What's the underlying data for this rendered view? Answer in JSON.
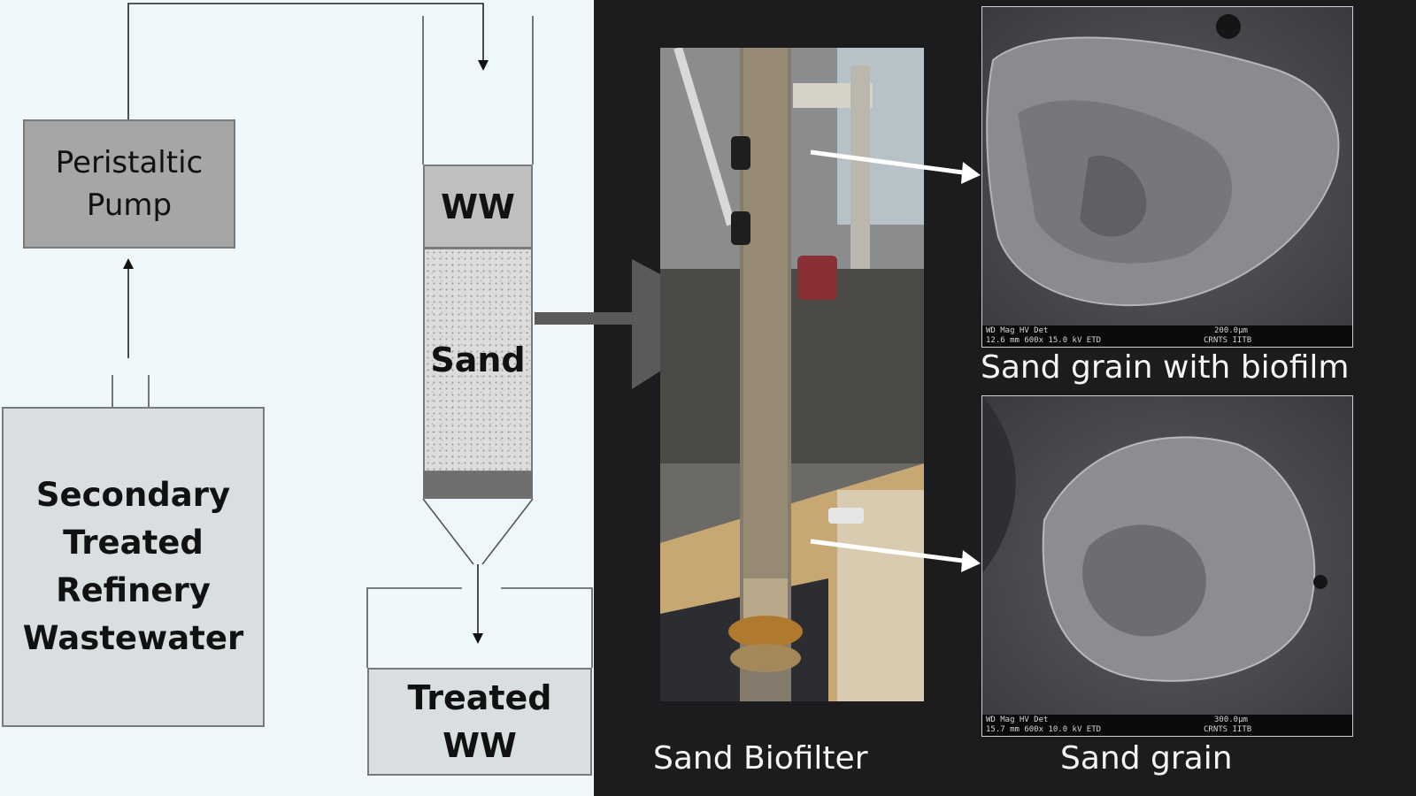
{
  "schematic": {
    "pump_line1": "Peristaltic",
    "pump_line2": "Pump",
    "tank_lines": [
      "Secondary",
      "Treated",
      "Refinery",
      "Wastewater"
    ],
    "column_ww": "WW",
    "column_sand": "Sand",
    "treated_line1": "Treated",
    "treated_line2": "WW"
  },
  "photo": {
    "caption": "Sand Biofilter"
  },
  "sem_top": {
    "caption": "Sand grain with biofilm",
    "bar_row1": "WD    Mag   HV    Det",
    "bar_row2": "12.6 mm 600x 15.0 kV ETD",
    "scale_label": "200.0μm",
    "facility": "CRNTS IITB"
  },
  "sem_bottom": {
    "caption": "Sand grain",
    "bar_row1": "WD    Mag   HV    Det",
    "bar_row2": "15.7 mm 600x 10.0 kV ETD",
    "scale_label": "300.0μm",
    "facility": "CRNTS IITB"
  }
}
